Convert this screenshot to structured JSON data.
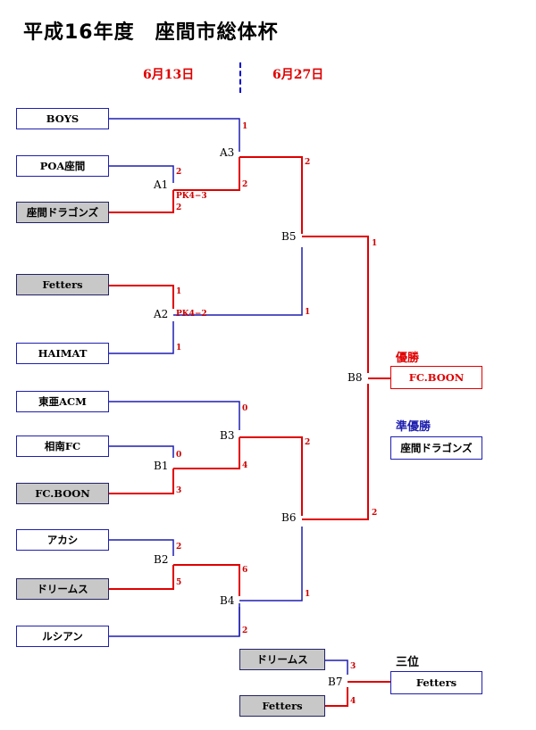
{
  "title": "平成16年度　座間市総体杯",
  "dates": {
    "first": "6月13日",
    "second": "6月27日"
  },
  "teams": {
    "boys": "BOYS",
    "poa": "POA座間",
    "dragons": "座間ドラゴンズ",
    "fetters": "Fetters",
    "haimat": "HAIMAT",
    "toa": "東亜ACM",
    "sonan": "相南FC",
    "fcboon": "FC.BOON",
    "akashi": "アカシ",
    "dreams": "ドリームス",
    "lucian": "ルシアン"
  },
  "matches": {
    "a1": "A1",
    "a2": "A2",
    "a3": "A3",
    "b1": "B1",
    "b2": "B2",
    "b3": "B3",
    "b4": "B4",
    "b5": "B5",
    "b6": "B6",
    "b7": "B7",
    "b8": "B8"
  },
  "scores": {
    "boys": "1",
    "a3_a1": "2",
    "poa": "2",
    "dragons": "2",
    "a1_pk": "PK4−3",
    "fetters": "1",
    "haimat": "1",
    "a2_pk": "PK4−2",
    "b5_a3": "2",
    "b5_a2": "1",
    "toa": "0",
    "sonan": "0",
    "fcboon": "3",
    "b3_b1": "4",
    "akashi": "2",
    "dreams": "5",
    "b4_b2": "6",
    "lucian": "2",
    "b6_b3": "2",
    "b6_b4": "1",
    "b8_b5": "1",
    "b8_b6": "2",
    "b7_dreams": "3",
    "b7_fetters": "4"
  },
  "results": {
    "champion_label": "優勝",
    "champion": "FC.BOON",
    "runnerup_label": "準優勝",
    "runnerup": "座間ドラゴンズ",
    "third_label": "三位",
    "third_team": "Fetters",
    "b7_team1": "ドリームス",
    "b7_team2": "Fetters"
  },
  "colors": {
    "blue_line": "#1f1fb0",
    "red_line": "#e00000",
    "winner_fill": "#c8c8c8"
  }
}
